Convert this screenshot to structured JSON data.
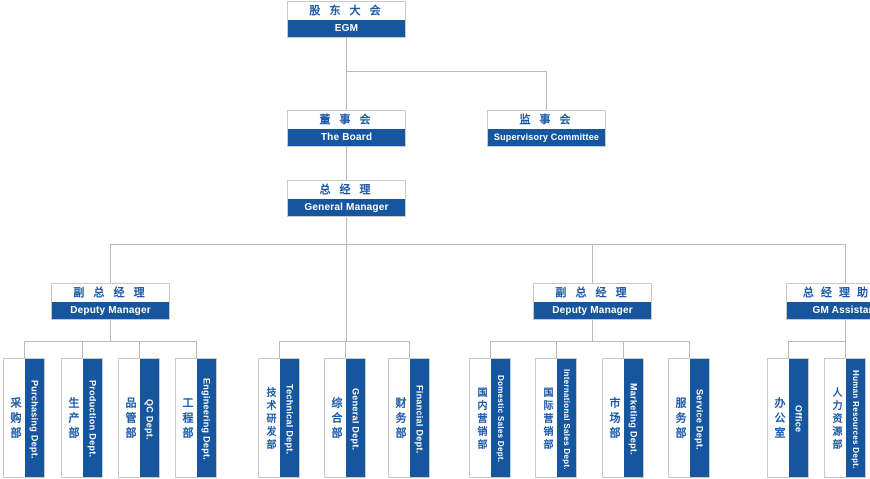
{
  "theme": {
    "accent_blue": "#15569f",
    "text_blue": "#1b5aa8",
    "line_gray": "#b9b9b9",
    "box_border": "#c9c9c9",
    "box_bg": "#ffffff"
  },
  "org_chart": {
    "type": "organization-chart",
    "title_cn": "股东大会",
    "levels": 5,
    "nodes": {
      "egm": {
        "cn": "股 东 大 会",
        "en": "EGM"
      },
      "board": {
        "cn": "董 事 会",
        "en": "The Board"
      },
      "supervisory": {
        "cn": "监 事 会",
        "en": "Supervisory Committee"
      },
      "gm": {
        "cn": "总 经 理",
        "en": "General Manager"
      },
      "deputy1": {
        "cn": "副 总 经 理",
        "en": "Deputy Manager"
      },
      "deputy2": {
        "cn": "副 总 经 理",
        "en": "Deputy Manager"
      },
      "gm_assistant": {
        "cn": "总 经 理 助 理",
        "en": "GM Assistant"
      }
    },
    "departments": [
      {
        "cn": "采购部",
        "en": "Purchasing Dept."
      },
      {
        "cn": "生产部",
        "en": "Production Dept."
      },
      {
        "cn": "品管部",
        "en": "QC Dept."
      },
      {
        "cn": "工程部",
        "en": "Engineering Dept."
      },
      {
        "cn": "技术研发部",
        "en": "Technical Dept."
      },
      {
        "cn": "综合部",
        "en": "General Dept."
      },
      {
        "cn": "财务部",
        "en": "Financial Dept."
      },
      {
        "cn": "国内营销部",
        "en": "Domestic Sales Dept."
      },
      {
        "cn": "国际营销部",
        "en": "International Sales Dept."
      },
      {
        "cn": "市场部",
        "en": "Marketing Dept."
      },
      {
        "cn": "服务部",
        "en": "Service Dept."
      },
      {
        "cn": "办公室",
        "en": "Office"
      },
      {
        "cn": "人力资源部",
        "en": "Human Resources Dept."
      }
    ]
  }
}
